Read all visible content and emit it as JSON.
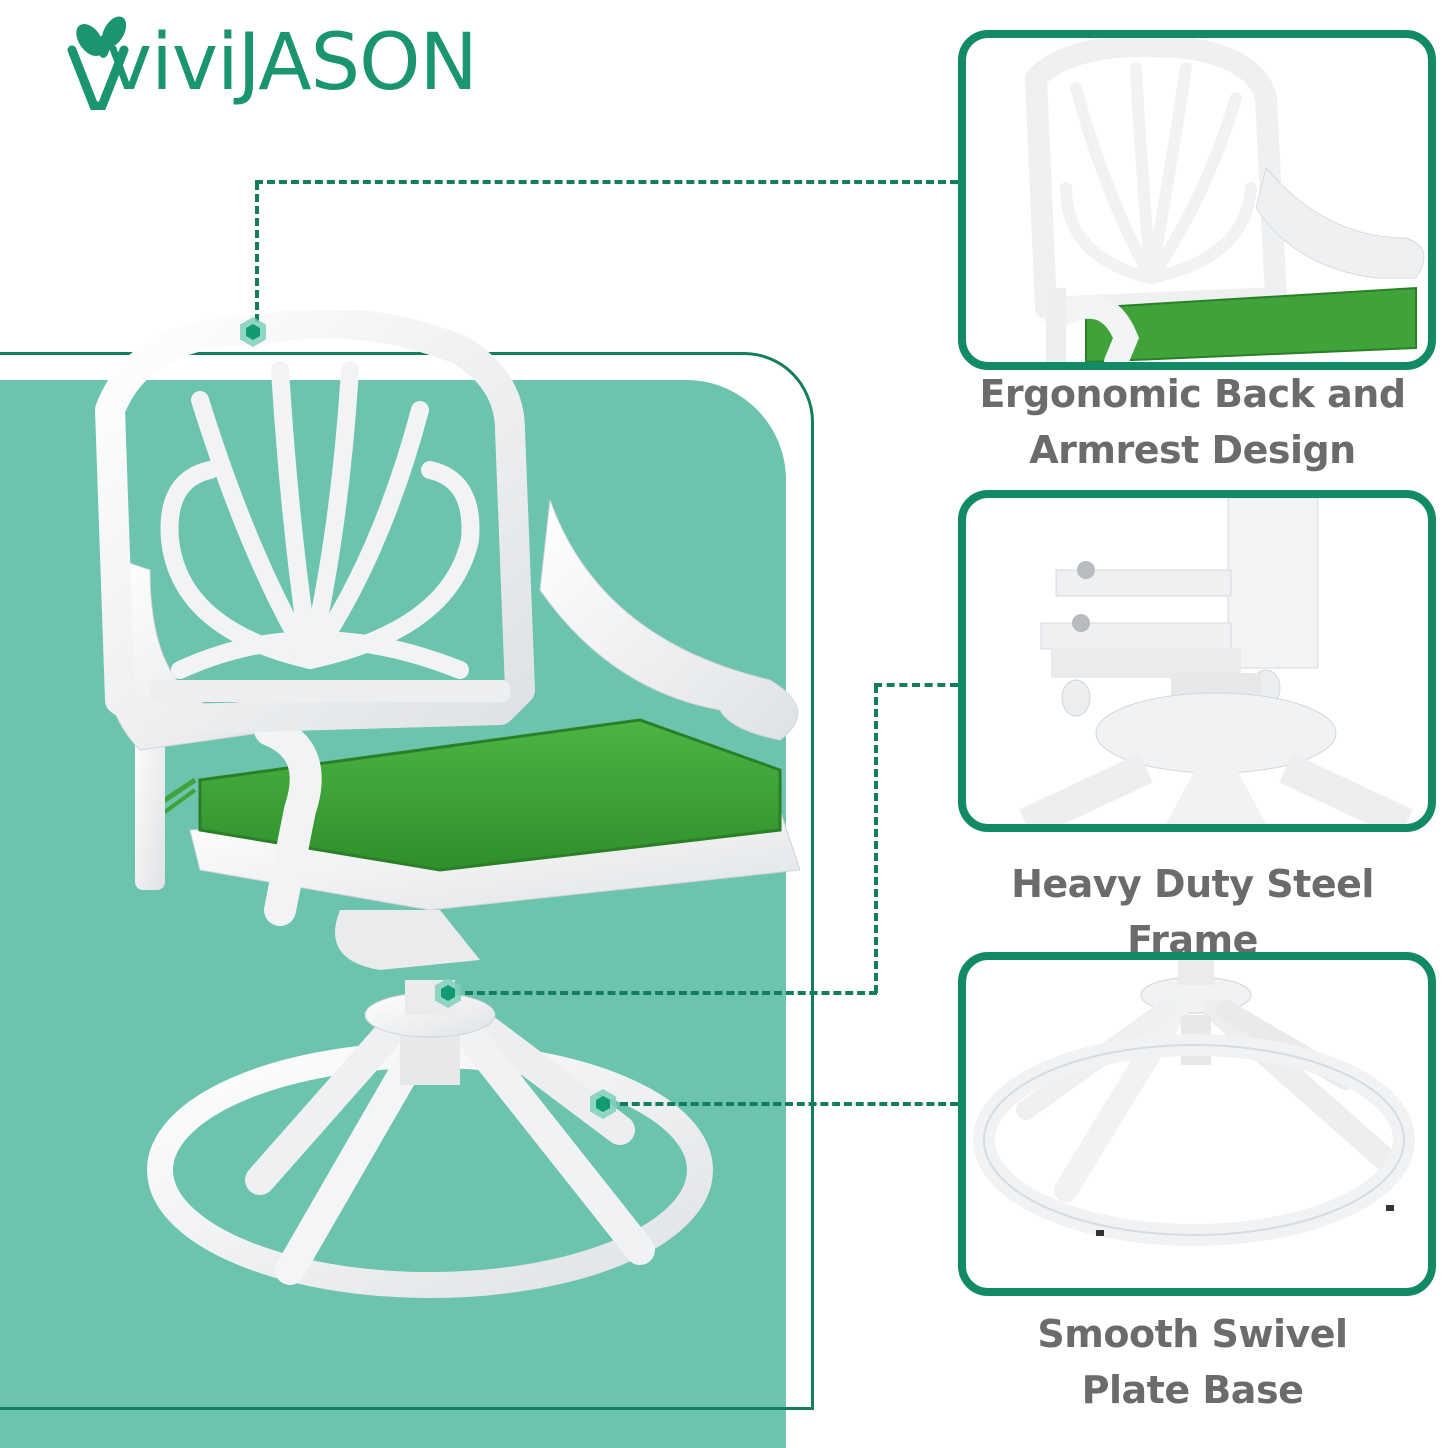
{
  "brand": {
    "name": "ViviJASON",
    "logo_text_main": "viviJASON",
    "logo_icon": "leaf-icon",
    "color": "#1b9470"
  },
  "colors": {
    "accent_green": "#138a66",
    "dark_green": "#137d5e",
    "teal_background": "#6cc3ae",
    "cushion_green": "#3fa33a",
    "caption_gray": "#6b6b6b",
    "chair_white": "#f4f5f6"
  },
  "hero": {
    "subject": "white cast aluminum swivel chair with green seat cushion",
    "hotspots": [
      {
        "id": "backrest",
        "target_card": 0
      },
      {
        "id": "swivel-joint",
        "target_card": 1
      },
      {
        "id": "base-ring",
        "target_card": 2
      }
    ]
  },
  "features": [
    {
      "caption_line1": "Ergonomic Back and",
      "caption_line2": "Armrest Design",
      "image": "chair backrest and armrest closeup"
    },
    {
      "caption_line1": "Heavy Duty Steel Frame",
      "caption_line2": "",
      "image": "swivel mechanism with steel brackets and bolts"
    },
    {
      "caption_line1": "Smooth Swivel",
      "caption_line2": "Plate Base",
      "image": "round swivel plate base ring"
    }
  ]
}
